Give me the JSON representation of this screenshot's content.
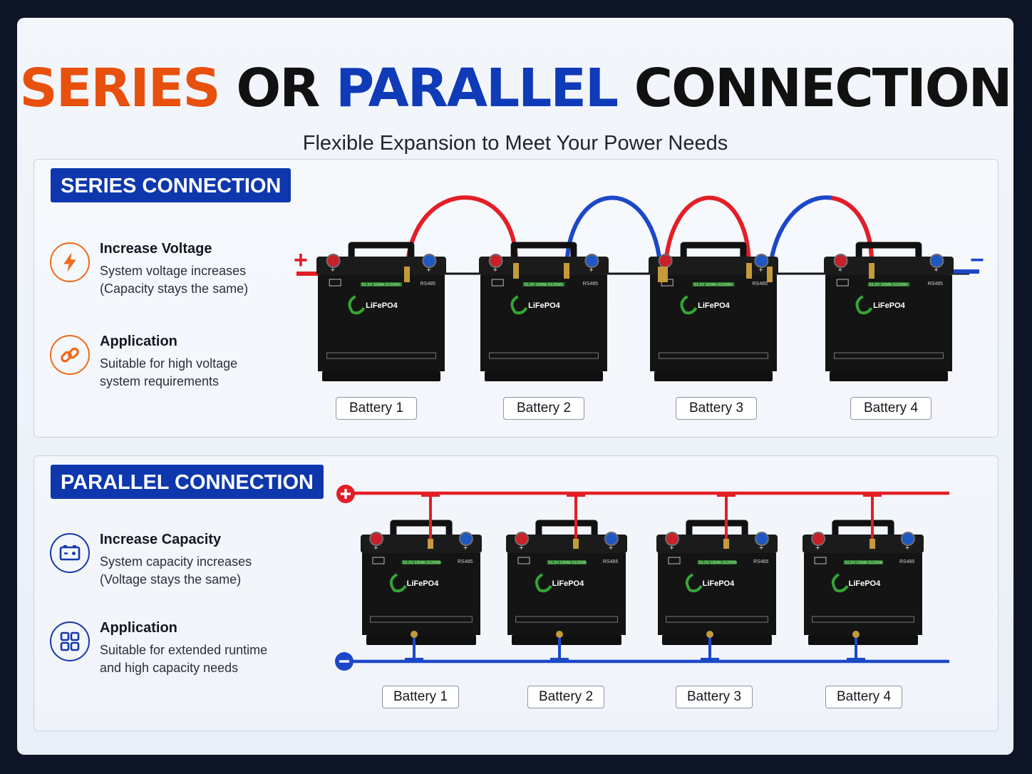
{
  "header": {
    "title_word1": "SERIES",
    "title_word2": "OR",
    "title_word3": "PARALLEL",
    "title_word4": "CONNECTION",
    "subtitle": "Flexible Expansion to Meet Your Power Needs"
  },
  "colors": {
    "accent_orange": "#e8500e",
    "accent_blue": "#0f3ab8",
    "tag_blue": "#0e37ad",
    "positive_red": "#e41e26",
    "negative_blue": "#1c48c8"
  },
  "series": {
    "heading": "SERIES CONNECTION",
    "features": [
      {
        "icon": "lightning-icon",
        "title": "Increase Voltage",
        "line1": "System voltage increases",
        "line2": "(Capacity stays the same)"
      },
      {
        "icon": "link-icon",
        "title": "Application",
        "line1": "Suitable for high voltage",
        "line2": "system requirements"
      }
    ],
    "plus_sign": "+",
    "minus_sign": "−",
    "batteries": [
      "Battery 1",
      "Battery 2",
      "Battery 3",
      "Battery 4"
    ]
  },
  "parallel": {
    "heading": "PARALLEL CONNECTION",
    "features": [
      {
        "icon": "battery-icon",
        "title": "Increase Capacity",
        "line1": "System capacity increases",
        "line2": "(Voltage stays the same)"
      },
      {
        "icon": "grid-icon",
        "title": "Application",
        "line1": "Suitable for extended runtime",
        "line2": "and high capacity needs"
      }
    ],
    "batteries": [
      "Battery 1",
      "Battery 2",
      "Battery 3",
      "Battery 4"
    ]
  },
  "battery_face": {
    "chemistry": "LiFePO4",
    "spec": "51.2V 100Ah 5120Wh",
    "port": "RS485"
  }
}
